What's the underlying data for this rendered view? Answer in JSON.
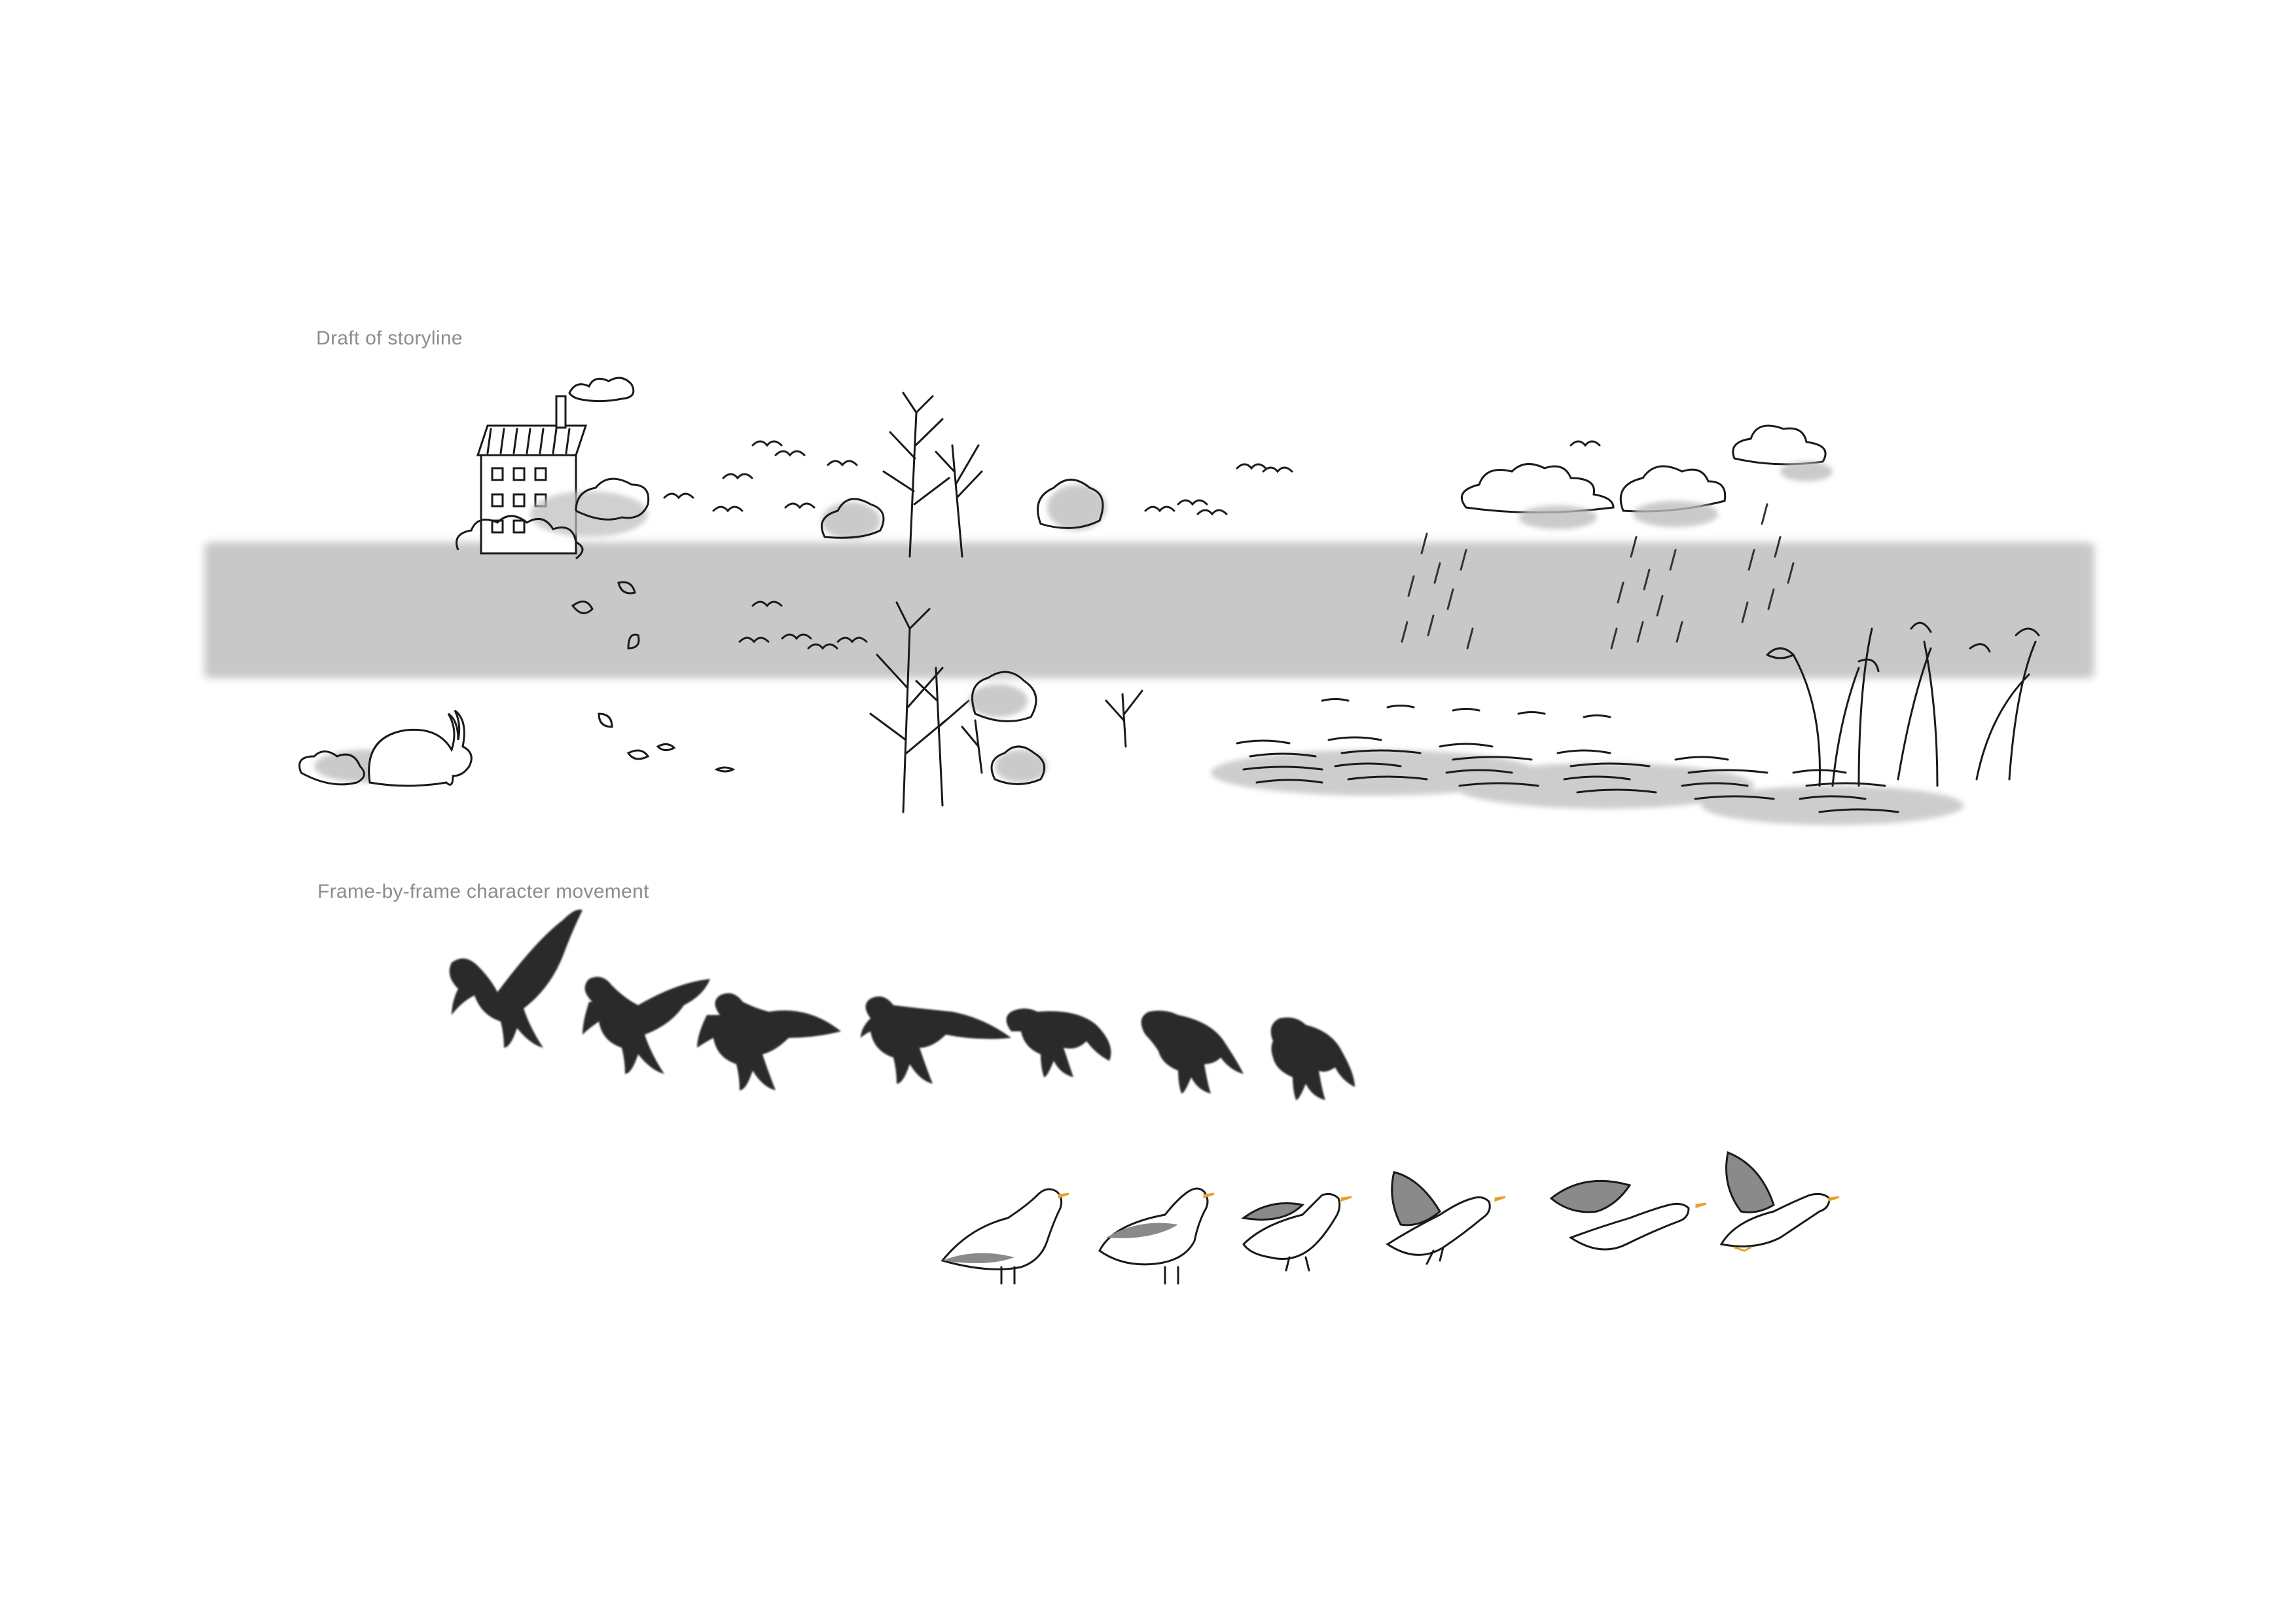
{
  "sections": {
    "storyline": {
      "caption": "Draft of storyline"
    },
    "movement": {
      "caption": "Frame-by-frame character movement"
    }
  },
  "colors": {
    "background": "#ffffff",
    "band": "#c8c8c8",
    "ink": "#1a1a1a",
    "crow": "#2b2b2b",
    "wash": "#bdbdbd",
    "beak": "#e8a030",
    "caption": "#8c8c8c"
  },
  "crow_frame_count": 7,
  "gull_frame_count": 6
}
